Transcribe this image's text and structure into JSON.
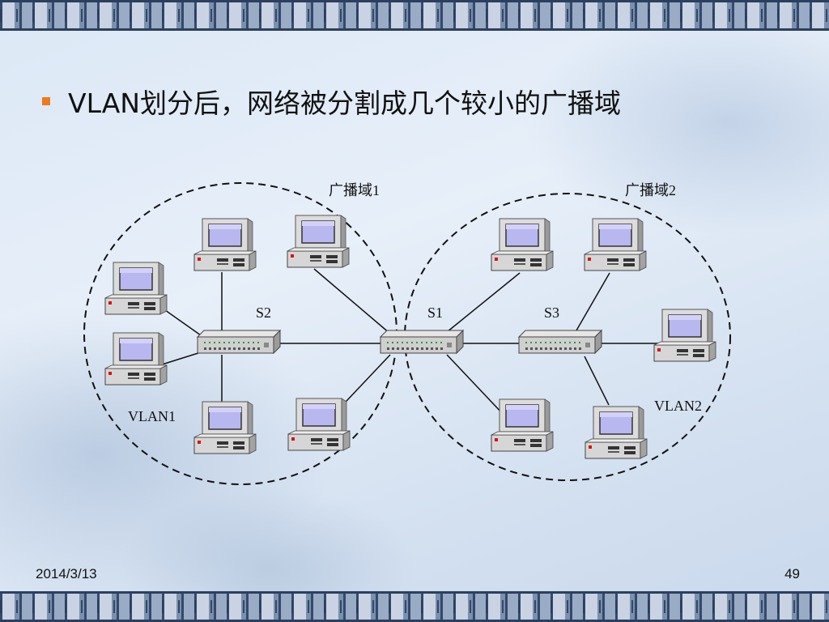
{
  "slide": {
    "bullet_text": "VLAN划分后，网络被分割成几个较小的广播域",
    "footer_date": "2014/3/13",
    "page_number": "49"
  },
  "diagram": {
    "switches": [
      {
        "id": "S2",
        "label": "S2"
      },
      {
        "id": "S1",
        "label": "S1"
      },
      {
        "id": "S3",
        "label": "S3"
      }
    ],
    "regions": [
      {
        "name": "广播域1"
      },
      {
        "name": "广播域2"
      }
    ],
    "vlan_labels": [
      "VLAN1",
      "VLAN2"
    ]
  },
  "colors": {
    "bullet": "#f07a1a",
    "monitor_screen": "#b9b7f0",
    "device_body": "#d6d6d6"
  }
}
